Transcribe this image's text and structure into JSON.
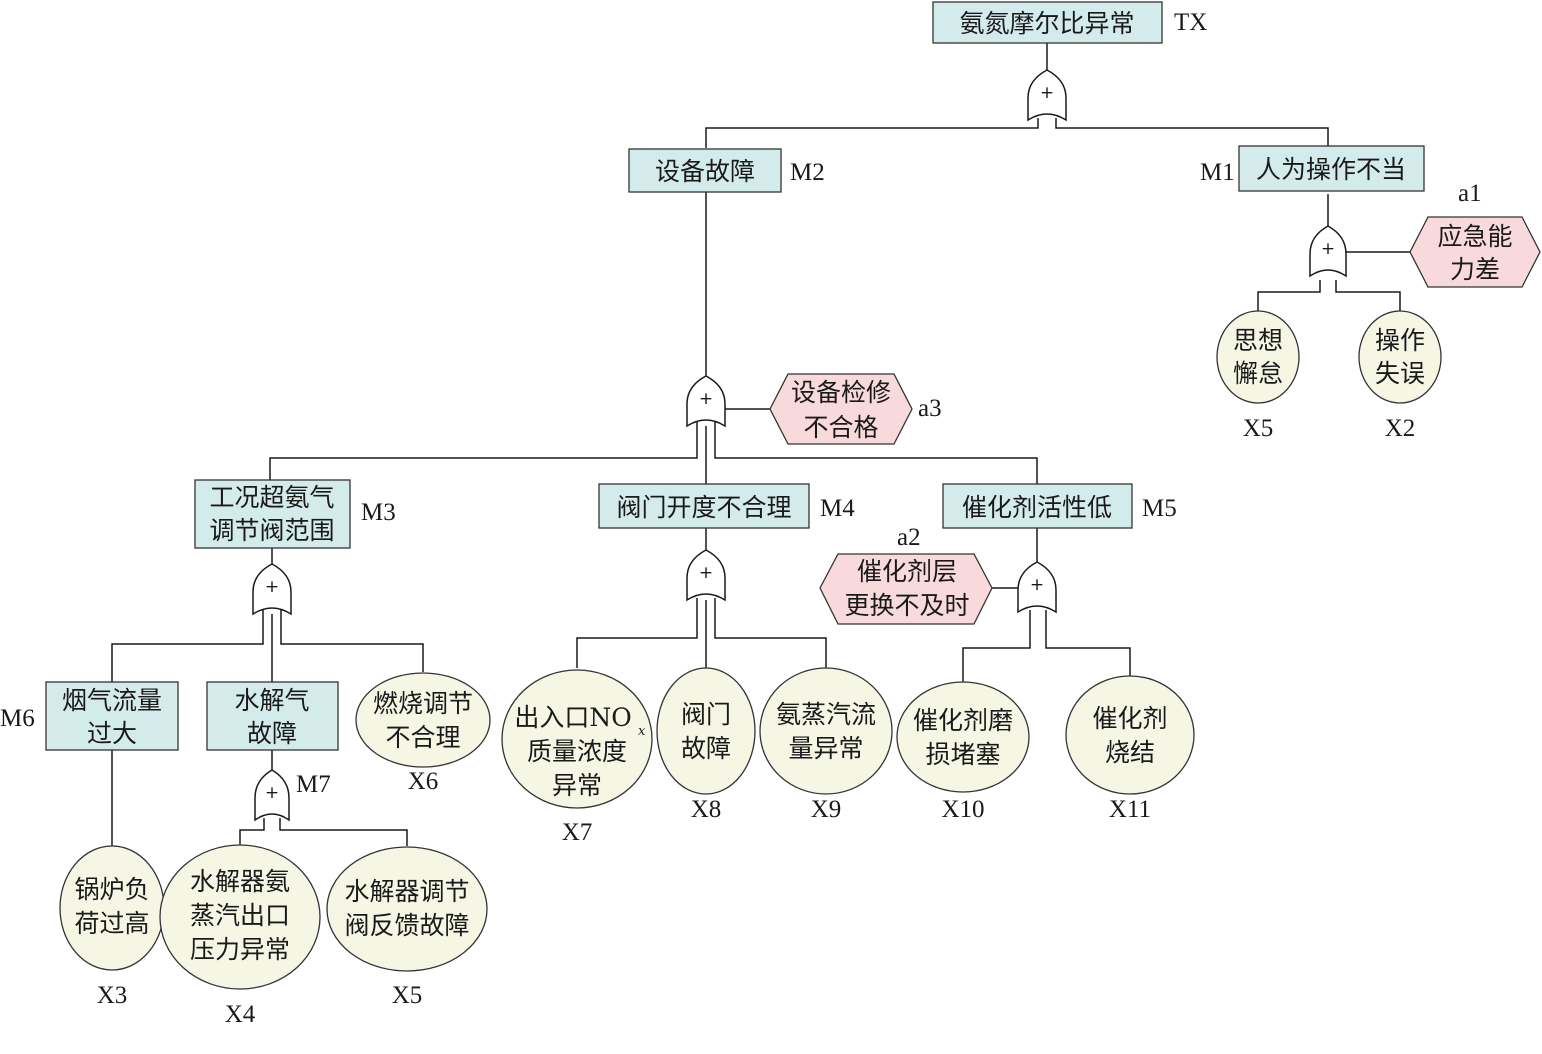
{
  "colors": {
    "event_fill": "#d4ebec",
    "basic_fill": "#f5f6e4",
    "condition_fill": "#f8d9dc",
    "line": "#1a1a1a"
  },
  "top": {
    "text": "氨氮摩尔比异常",
    "label": "TX"
  },
  "events": {
    "m2": {
      "text": "设备故障",
      "label": "M2"
    },
    "m1": {
      "text": "人为操作不当",
      "label": "M1"
    },
    "m3": {
      "lines": [
        "工况超氨气",
        "调节阀范围"
      ],
      "label": "M3"
    },
    "m4": {
      "text": "阀门开度不合理",
      "label": "M4"
    },
    "m5": {
      "text": "催化剂活性低",
      "label": "M5"
    },
    "m6": {
      "lines": [
        "烟气流量",
        "过大"
      ],
      "label": "M6"
    },
    "m7": {
      "lines": [
        "水解气",
        "故障"
      ],
      "label": "M7"
    }
  },
  "conditions": {
    "a1": {
      "lines": [
        "应急能",
        "力差"
      ],
      "label": "a1"
    },
    "a2": {
      "lines": [
        "催化剂层",
        "更换不及时"
      ],
      "label": "a2"
    },
    "a3": {
      "lines": [
        "设备检修",
        "不合格"
      ],
      "label": "a3"
    }
  },
  "basic_events": {
    "x5_top": {
      "lines": [
        "思想",
        "懈怠"
      ],
      "label": "X5"
    },
    "x2": {
      "lines": [
        "操作",
        "失误"
      ],
      "label": "X2"
    },
    "x6": {
      "lines": [
        "燃烧调节",
        "不合理"
      ],
      "label": "X6"
    },
    "x7": {
      "lines": [
        "出入口NO",
        "质量浓度",
        "异常"
      ],
      "sub": "x",
      "label": "X7"
    },
    "x8": {
      "lines": [
        "阀门",
        "故障"
      ],
      "label": "X8"
    },
    "x9": {
      "lines": [
        "氨蒸汽流",
        "量异常"
      ],
      "label": "X9"
    },
    "x10": {
      "lines": [
        "催化剂磨",
        "损堵塞"
      ],
      "label": "X10"
    },
    "x11": {
      "lines": [
        "催化剂",
        "烧结"
      ],
      "label": "X11"
    },
    "x3": {
      "lines": [
        "锅炉负",
        "荷过高"
      ],
      "label": "X3"
    },
    "x4": {
      "lines": [
        "水解器氨",
        "蒸汽出口",
        "压力异常"
      ],
      "label": "X4"
    },
    "x5_bottom": {
      "lines": [
        "水解器调节",
        "阀反馈故障"
      ],
      "label": "X5"
    }
  },
  "gate_symbol": "+"
}
